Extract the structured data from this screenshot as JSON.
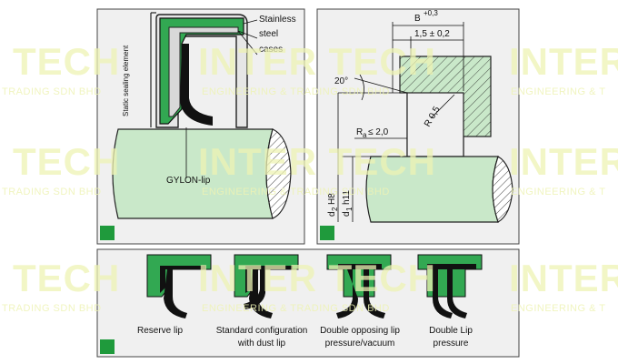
{
  "panel_top_left": {
    "label_stainless": "Stainless",
    "label_steel": "steel",
    "label_cases": "cases",
    "label_static": "Static sealing element",
    "label_gylon": "GYLON-lip"
  },
  "panel_top_right": {
    "dim_B": "B",
    "dim_B_tol": "+0,3",
    "dim_width": "1,5 ± 0,2",
    "angle": "20°",
    "radius": "R 0,5",
    "roughness_R": "R",
    "roughness_sub": "a",
    "roughness_val": "≤ 2,0",
    "d2_letter": "d",
    "d2_sub": "2",
    "d2_fit": "H8",
    "d1_letter": "d",
    "d1_sub": "1",
    "d1_fit": "h11"
  },
  "panel_bottom": {
    "variants": [
      {
        "line1": "Reserve lip",
        "line2": ""
      },
      {
        "line1": "Standard configuration",
        "line2": "with dust lip"
      },
      {
        "line1": "Double opposing lip",
        "line2": "pressure/vacuum"
      },
      {
        "line1": "Double Lip",
        "line2": "pressure"
      }
    ]
  },
  "watermark": {
    "line1_a": "TECH",
    "line1_b": "INTER TECH",
    "line1_c": "INTER",
    "line2_a": "TRADING SDN BHD",
    "line2_b": "ENGINEERING & TRADING SDN BHD",
    "line2_c": "ENGINEERING & T"
  },
  "colors": {
    "green_fill": "#32a852",
    "green_light": "#c9e8c9",
    "green_marker": "#1f9a3c",
    "panel_bg": "#f0f0f0",
    "steel_bg": "#e6e6e6"
  }
}
